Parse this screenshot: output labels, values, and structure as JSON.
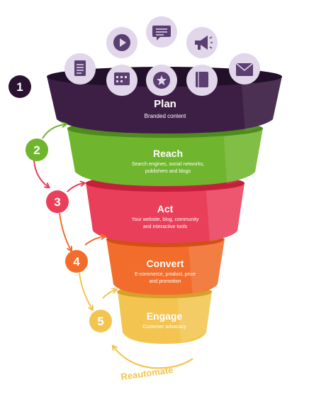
{
  "colors": {
    "plan": "#3d1f45",
    "plan_top": "#22102a",
    "reach": "#6fb52d",
    "reach_top": "#4e8a1e",
    "act": "#ea3f5a",
    "act_top": "#c4203c",
    "convert": "#f26d2b",
    "convert_top": "#d24f16",
    "engage": "#f3c550",
    "engage_top": "#d6a12b",
    "icon_circle": "#e2d6ea",
    "icon_glyph": "#5a3f70",
    "badge_1": "#2a1231"
  },
  "icons": [
    {
      "name": "document-icon"
    },
    {
      "name": "calendar-icon"
    },
    {
      "name": "play-icon"
    },
    {
      "name": "star-badge-icon"
    },
    {
      "name": "chat-message-icon"
    },
    {
      "name": "notebook-icon"
    },
    {
      "name": "megaphone-icon"
    },
    {
      "name": "email-icon"
    }
  ],
  "stages": [
    {
      "number": "1",
      "title": "Plan",
      "lines": [
        "Branded content"
      ]
    },
    {
      "number": "2",
      "title": "Reach",
      "lines": [
        "Search engines, social networks,",
        "publishers and blogs"
      ]
    },
    {
      "number": "3",
      "title": "Act",
      "lines": [
        "Your website, blog, community",
        "and interactive tools"
      ]
    },
    {
      "number": "4",
      "title": "Convert",
      "lines": [
        "E-commerce, product, price",
        "and promotion"
      ]
    },
    {
      "number": "5",
      "title": "Engage",
      "lines": [
        "Customer advocacy"
      ]
    }
  ],
  "reautomate_label": "Reautomate"
}
